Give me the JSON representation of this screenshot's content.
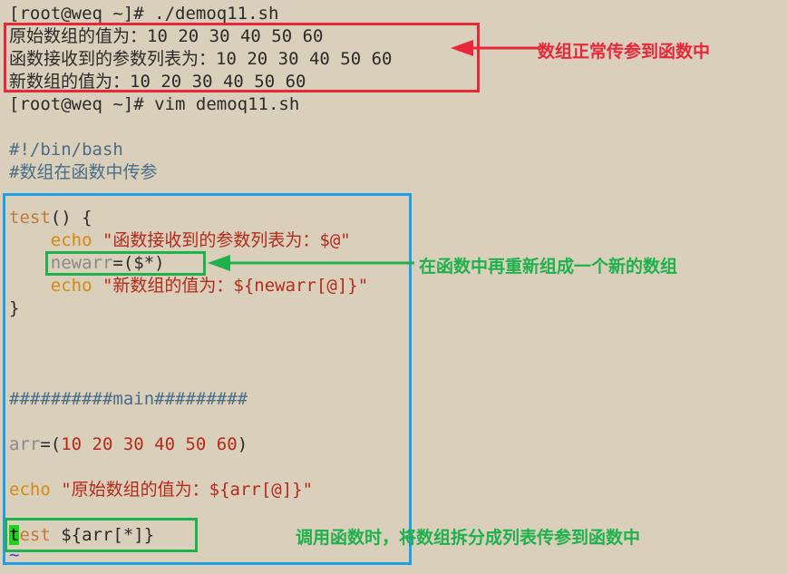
{
  "terminal": {
    "run_cmd": "[root@weq ~]# ./demoq11.sh",
    "output": [
      "原始数组的值为：10 20 30 40 50 60",
      "函数接收到的参数列表为：10 20 30 40 50 60",
      "新数组的值为：10 20 30 40 50 60"
    ],
    "vim_cmd": "[root@weq ~]# vim demoq11.sh"
  },
  "script": {
    "shebang": "#!/bin/bash",
    "comment": "#数组在函数中传参",
    "func_name": "test",
    "func_parens": "() {",
    "echo_kw": "echo",
    "echo1_str": "\"函数接收到的参数列表为：$@\"",
    "assign_var": "newarr",
    "assign_rest": "=($*)",
    "echo2_str": "\"新数组的值为：${newarr[@]}\"",
    "close_brace": "}",
    "main_comment": "##########main#########",
    "arr_var": "arr",
    "arr_open": "=(",
    "arr_values": "10 20 30 40 50 60",
    "arr_close": ")",
    "echo3_str": "\"原始数组的值为：${arr[@]}\"",
    "call_cursor": "t",
    "call_rest": "est",
    "call_arg": "${arr[*]}",
    "tilde": "~"
  },
  "annotations": {
    "normal_pass": "数组正常传参到函数中",
    "new_array": "在函数中再重新组成一个新的数组",
    "split_pass": "调用函数时，将数组拆分成列表传参到函数中"
  },
  "colors": {
    "background": "#d9cfbb",
    "red": "#e8283a",
    "blue": "#1ea0e6",
    "green": "#1fb14c"
  }
}
